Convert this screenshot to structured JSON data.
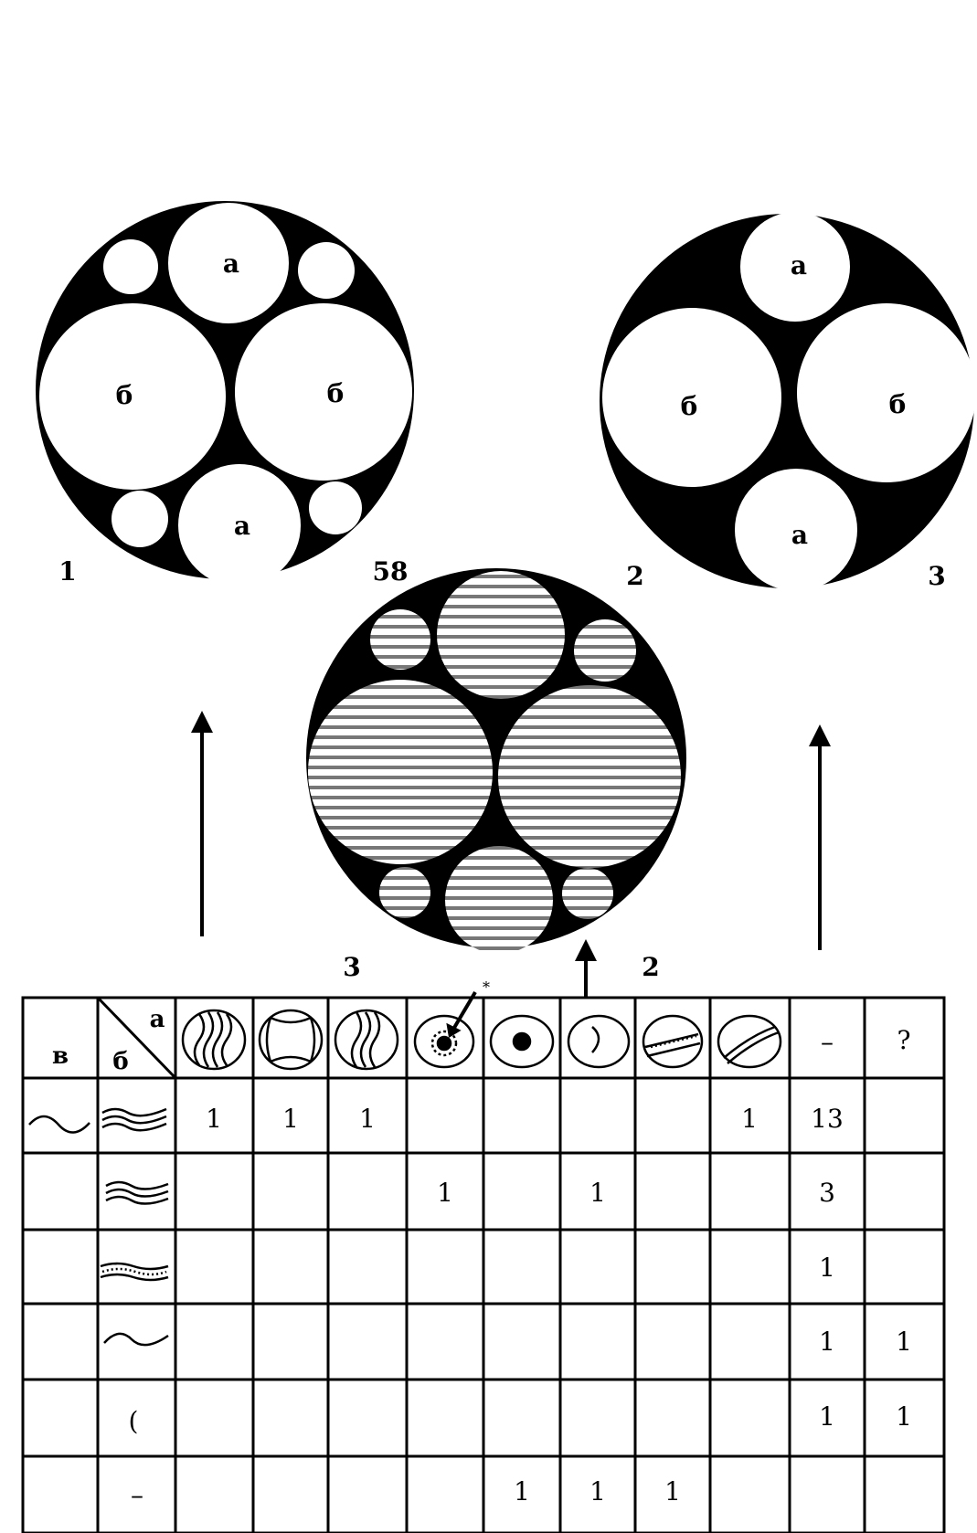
{
  "figure_labels": {
    "diagram_1_number": "1",
    "diagram_1_figure": "58",
    "diagram_1_side_number": "2",
    "diagram_2_number": "3",
    "center_left_number": "3",
    "center_right_number": "2"
  },
  "circle_labels": {
    "a": "а",
    "b": "б"
  },
  "table": {
    "corner": {
      "top": "а",
      "bottom": "б",
      "left": "в"
    },
    "extra_headers": [
      "–",
      "?"
    ],
    "rows": [
      {
        "b_symbol": "triple-wave",
        "cells": [
          "1",
          "1",
          "1",
          "",
          "",
          "",
          "",
          "1",
          "13",
          ""
        ]
      },
      {
        "b_symbol": "triple-wave-small",
        "cells": [
          "",
          "",
          "",
          "1",
          "",
          "1",
          "",
          "",
          "3",
          ""
        ]
      },
      {
        "b_symbol": "dotted-band",
        "cells": [
          "",
          "",
          "",
          "",
          "",
          "",
          "",
          "",
          "1",
          ""
        ]
      },
      {
        "b_symbol": "single-wave",
        "cells": [
          "",
          "",
          "",
          "",
          "",
          "",
          "",
          "",
          "1",
          "1"
        ]
      },
      {
        "b_symbol": "arc",
        "b_text": "(",
        "cells": [
          "",
          "",
          "",
          "",
          "",
          "",
          "",
          "",
          "1",
          "1"
        ]
      },
      {
        "b_symbol": "dash",
        "b_text": "–",
        "cells": [
          "",
          "",
          "",
          "",
          "1",
          "1",
          "1",
          "",
          "",
          ""
        ]
      }
    ]
  }
}
